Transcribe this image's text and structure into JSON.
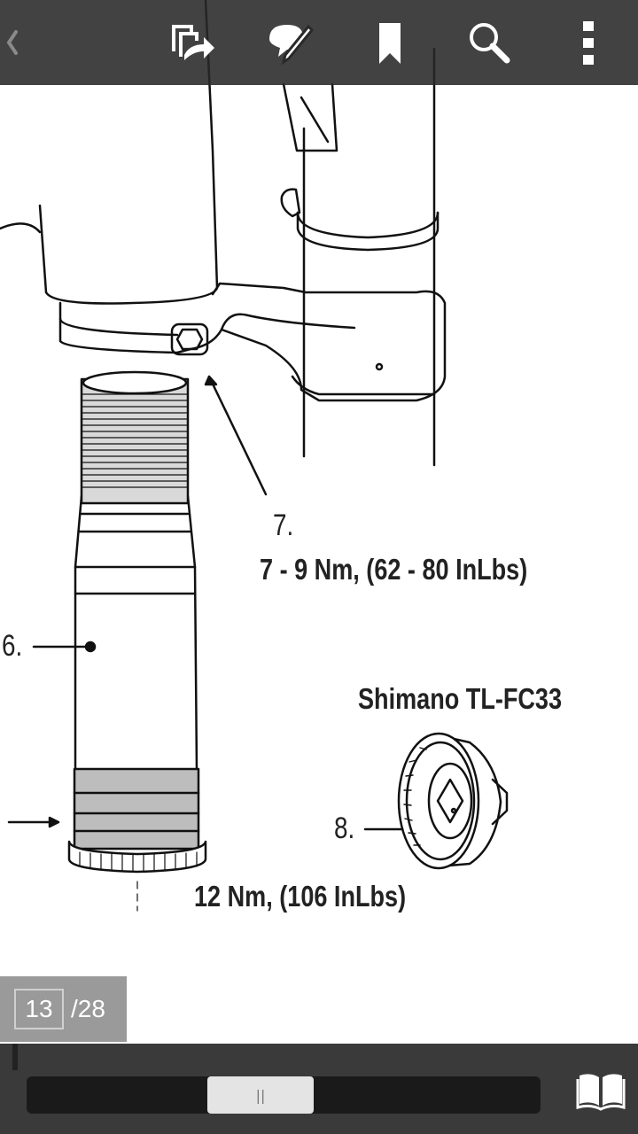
{
  "toolbar": {
    "back_icon": "back-chevron-icon",
    "icons": [
      "share-pages-icon",
      "annotate-icon",
      "bookmark-icon",
      "search-icon",
      "more-vert-icon"
    ]
  },
  "diagram": {
    "callout_7": "7.",
    "torque_7": "7 - 9 Nm,  (62 - 80 InLbs)",
    "callout_6": "6.",
    "tool_name": "Shimano TL-FC33",
    "callout_8": "8.",
    "torque_8": "12 Nm,  (106 InLbs)"
  },
  "pager": {
    "current_page": "13",
    "total_pages": "/28"
  },
  "scrubber": {
    "thumb_glyph": "||",
    "book_icon": "book-open-icon"
  },
  "colors": {
    "toolbar_bg": "#282828",
    "pager_bg": "#9a9a9a",
    "bottom_bar_bg": "#3a3a3a"
  }
}
